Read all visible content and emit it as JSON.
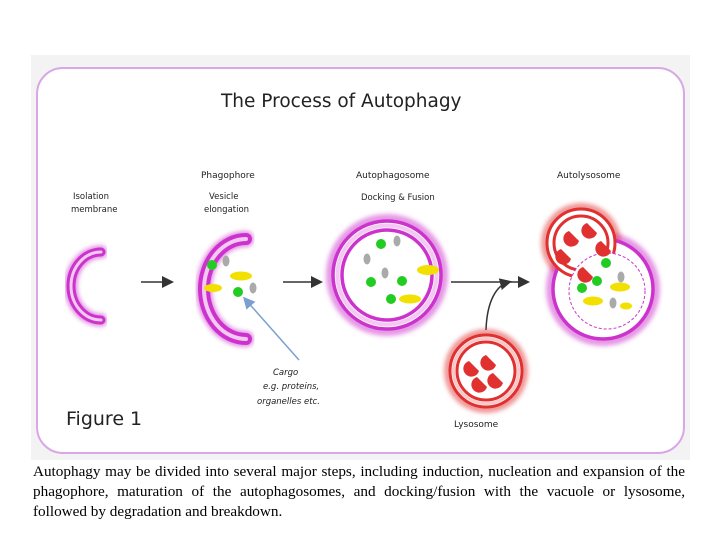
{
  "figure": {
    "title": "The Process of Autophagy",
    "figure_label": "Figure 1",
    "labels": {
      "isolation_line1": "Isolation",
      "isolation_line2": "membrane",
      "phagophore": "Phagophore",
      "vesicle_line1": "Vesicle",
      "vesicle_line2": "elongation",
      "autophagosome": "Autophagosome",
      "docking": "Docking & Fusion",
      "autolysosome": "Autolysosome",
      "lysosome": "Lysosome",
      "cargo_line1": "Cargo",
      "cargo_line2": "e.g. proteins,",
      "cargo_line3": "organelles etc."
    },
    "colors": {
      "membrane": "#cc33cc",
      "lysosome": "#e03030",
      "cargo_green": "#22cc22",
      "cargo_yellow": "#f2e000",
      "cargo_grey": "#aaaaaa",
      "frame": "#d9a6e6"
    }
  },
  "caption": "Autophagy may be divided into several major steps, including induction, nucleation and expansion of the phagophore, maturation of the autophagosomes, and docking/fusion with the vacuole or lysosome, followed by degradation and breakdown."
}
